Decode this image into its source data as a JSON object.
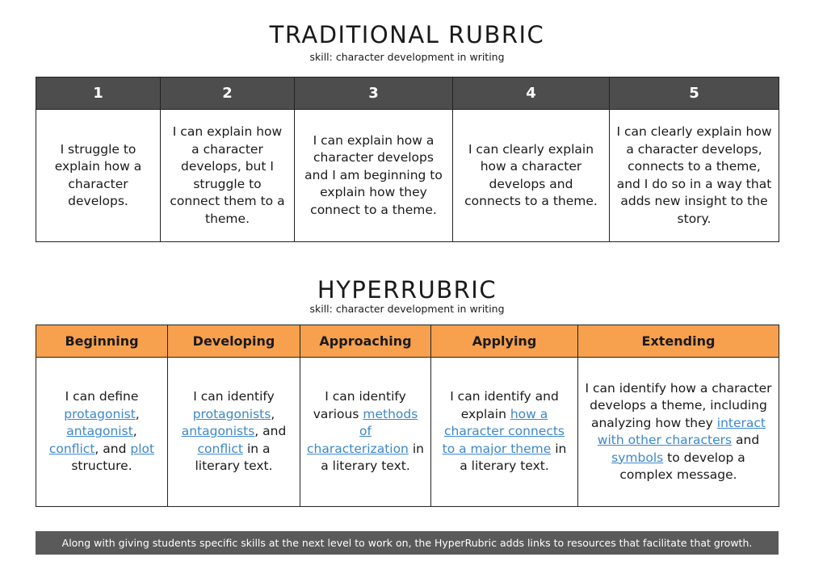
{
  "traditional": {
    "title": "TRADITIONAL RUBRIC",
    "subtitle": "skill: character development in writing",
    "headers": [
      "1",
      "2",
      "3",
      "4",
      "5"
    ],
    "cells": [
      "I struggle to explain how a character develops.",
      "I can explain how a character develops, but I struggle to connect them to a theme.",
      "I can explain how a character develops and I am beginning to explain how they connect to a theme.",
      "I can clearly explain how a character develops and connects to a theme.",
      "I can clearly explain how a character develops, connects to a theme, and I do so in a way that adds new insight to the story."
    ]
  },
  "hyper": {
    "title": "HYPERRUBRIC",
    "subtitle": "skill: character development in writing",
    "headers": [
      "Beginning",
      "Developing",
      "Approaching",
      "Applying",
      "Extending"
    ],
    "cells": [
      {
        "t1": "I can define",
        "l1": "protagonist",
        "t2": ",",
        "l2": "antagonist",
        "t3": ",",
        "l3": "conflict",
        "t4": ", and",
        "l4": "plot",
        "t5": "structure."
      },
      {
        "t1": "I can identify",
        "l1": "protagonists",
        "t2": ",",
        "l2": "antagonists",
        "t3": ", and",
        "l3": "conflict",
        "t4": "in a literary text."
      },
      {
        "t1": "I can identify various",
        "l1": "methods of characterization",
        "t2": "in a literary text."
      },
      {
        "t1": "I can identify and explain",
        "l1": "how a character connects to a major theme",
        "t2": "in a literary text."
      },
      {
        "t1": "I can identify how a character develops a theme, including analyzing how they",
        "l1": "interact with other characters",
        "t2": "and",
        "l2": "symbols",
        "t3": "to develop a complex message."
      }
    ]
  },
  "footer": "Along with giving students specific skills at the next level to work on, the HyperRubric adds links to resources that facilitate that growth.",
  "colors": {
    "dark_header": "#4d4d4d",
    "orange_header": "#f7a04e",
    "link": "#3d88c9",
    "footer_bg": "#5a5a5a"
  }
}
